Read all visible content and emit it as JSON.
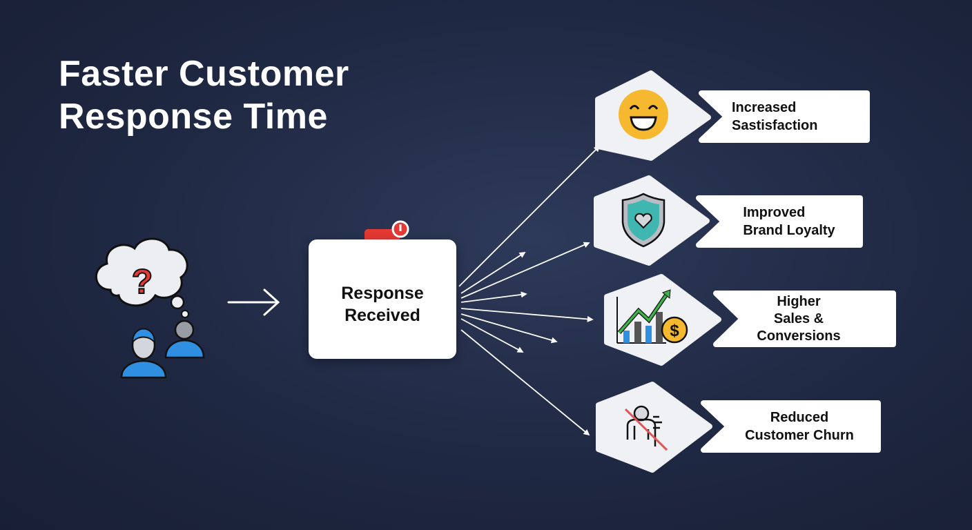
{
  "title": {
    "line1": "Faster Customer",
    "line2": "Response Time"
  },
  "center": {
    "line1": "Response",
    "line2": "Received",
    "icon": "notification-message-icon"
  },
  "outcomes": [
    {
      "icon": "smiley-face-icon",
      "line1": "Increased",
      "line2": "Sastisfaction"
    },
    {
      "icon": "shield-heart-icon",
      "line1": "Improved",
      "line2": "Brand Loyalty"
    },
    {
      "icon": "growth-chart-dollar-icon",
      "line1": "Higher",
      "line2": "Sales &",
      "line3": "Conversions"
    },
    {
      "icon": "person-leaving-crossed-icon",
      "line1": "Reduced",
      "line2": "Customer Churn"
    }
  ],
  "colors": {
    "background": "#1f2842",
    "accent_red": "#e53935",
    "accent_blue": "#2f8fe0",
    "smiley": "#f5b82e"
  }
}
